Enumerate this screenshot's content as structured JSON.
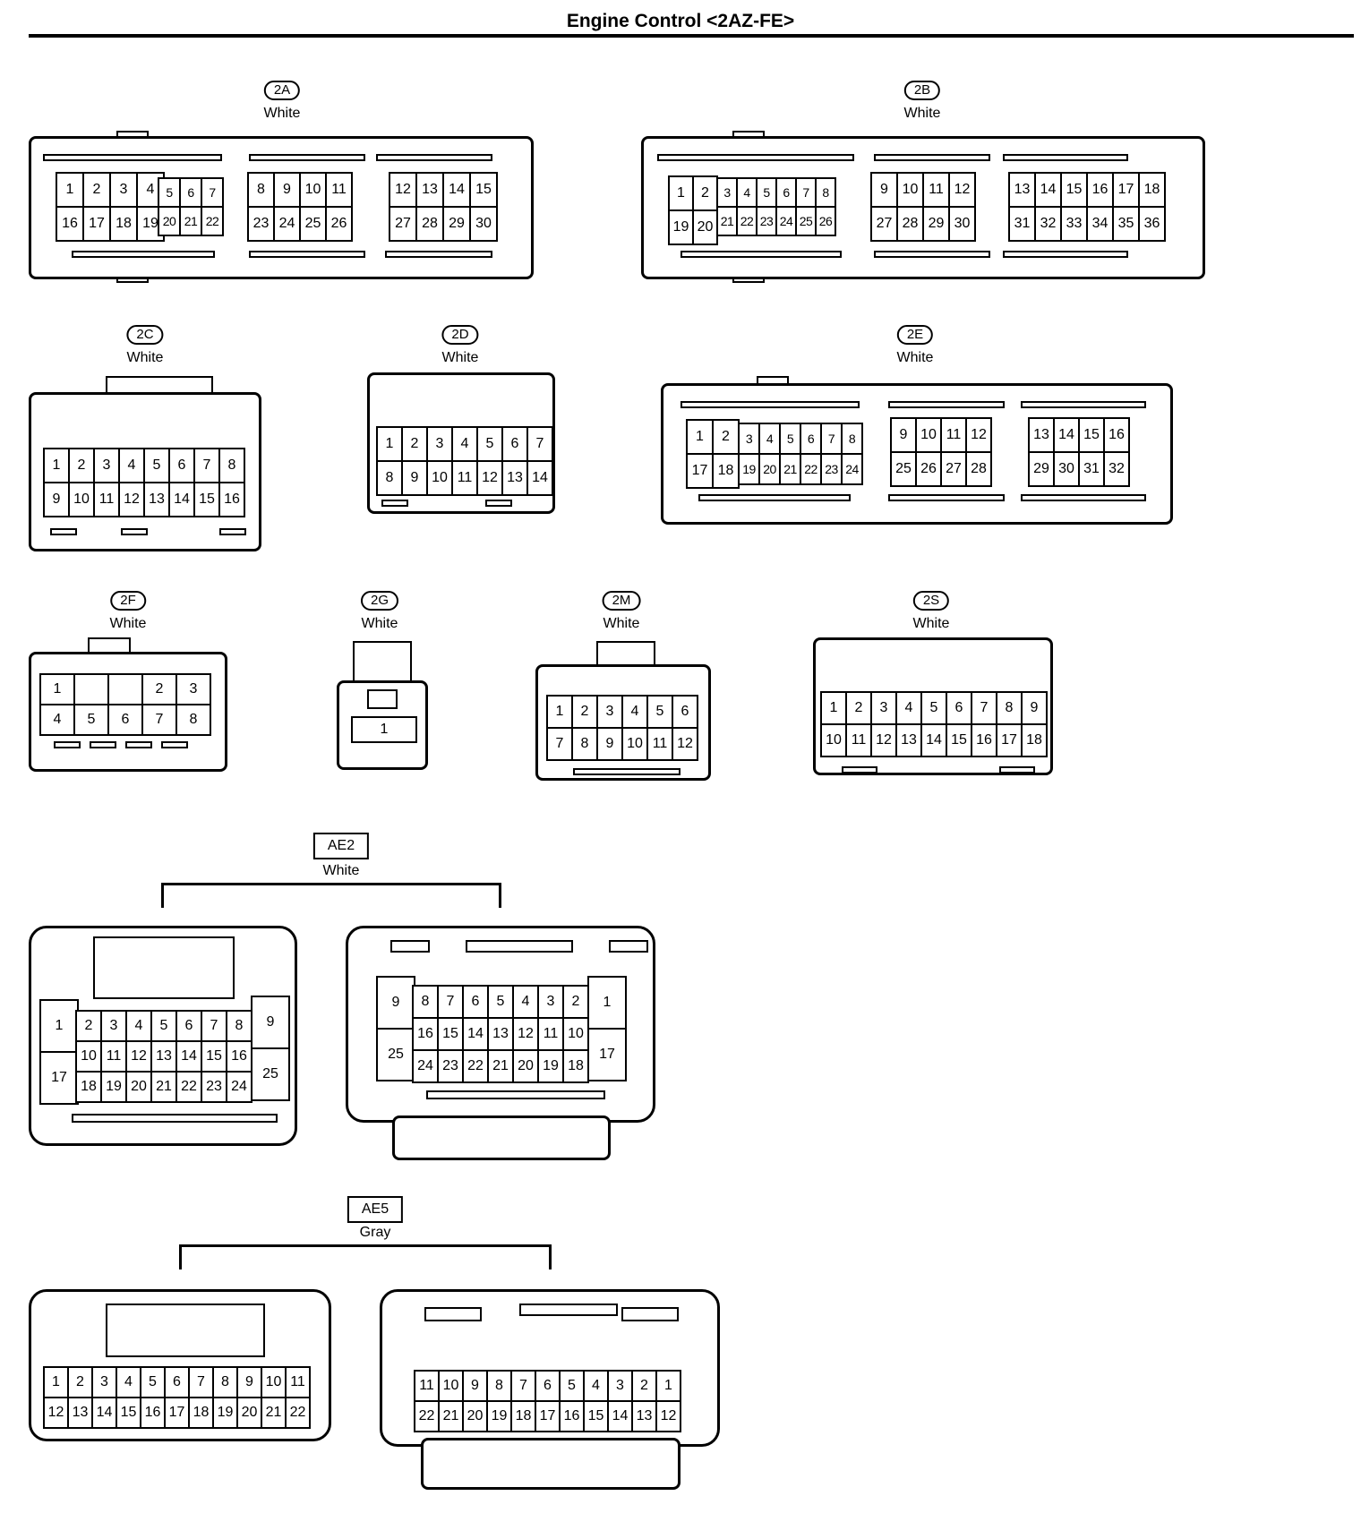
{
  "title": "Engine Control <2AZ-FE>",
  "connectors": {
    "2A": {
      "code": "2A",
      "color": "White",
      "cells": {
        "p1": "1",
        "p2": "2",
        "p3": "3",
        "p4": "4",
        "p5": "5",
        "p6": "6",
        "p7": "7",
        "p8": "8",
        "p9": "9",
        "p10": "10",
        "p11": "11",
        "p12": "12",
        "p13": "13",
        "p14": "14",
        "p15": "15",
        "p16": "16",
        "p17": "17",
        "p18": "18",
        "p19": "19",
        "p20": "20",
        "p21": "21",
        "p22": "22",
        "p23": "23",
        "p24": "24",
        "p25": "25",
        "p26": "26",
        "p27": "27",
        "p28": "28",
        "p29": "29",
        "p30": "30"
      }
    },
    "2B": {
      "code": "2B",
      "color": "White",
      "cells": {
        "p1": "1",
        "p2": "2",
        "p3": "3",
        "p4": "4",
        "p5": "5",
        "p6": "6",
        "p7": "7",
        "p8": "8",
        "p9": "9",
        "p10": "10",
        "p11": "11",
        "p12": "12",
        "p13": "13",
        "p14": "14",
        "p15": "15",
        "p16": "16",
        "p17": "17",
        "p18": "18",
        "p19": "19",
        "p20": "20",
        "p21": "21",
        "p22": "22",
        "p23": "23",
        "p24": "24",
        "p25": "25",
        "p26": "26",
        "p27": "27",
        "p28": "28",
        "p29": "29",
        "p30": "30",
        "p31": "31",
        "p32": "32",
        "p33": "33",
        "p34": "34",
        "p35": "35",
        "p36": "36"
      }
    },
    "2C": {
      "code": "2C",
      "color": "White",
      "cells": {
        "p1": "1",
        "p2": "2",
        "p3": "3",
        "p4": "4",
        "p5": "5",
        "p6": "6",
        "p7": "7",
        "p8": "8",
        "p9": "9",
        "p10": "10",
        "p11": "11",
        "p12": "12",
        "p13": "13",
        "p14": "14",
        "p15": "15",
        "p16": "16"
      }
    },
    "2D": {
      "code": "2D",
      "color": "White",
      "cells": {
        "p1": "1",
        "p2": "2",
        "p3": "3",
        "p4": "4",
        "p5": "5",
        "p6": "6",
        "p7": "7",
        "p8": "8",
        "p9": "9",
        "p10": "10",
        "p11": "11",
        "p12": "12",
        "p13": "13",
        "p14": "14"
      }
    },
    "2E": {
      "code": "2E",
      "color": "White",
      "cells": {
        "p1": "1",
        "p2": "2",
        "p3": "3",
        "p4": "4",
        "p5": "5",
        "p6": "6",
        "p7": "7",
        "p8": "8",
        "p9": "9",
        "p10": "10",
        "p11": "11",
        "p12": "12",
        "p13": "13",
        "p14": "14",
        "p15": "15",
        "p16": "16",
        "p17": "17",
        "p18": "18",
        "p19": "19",
        "p20": "20",
        "p21": "21",
        "p22": "22",
        "p23": "23",
        "p24": "24",
        "p25": "25",
        "p26": "26",
        "p27": "27",
        "p28": "28",
        "p29": "29",
        "p30": "30",
        "p31": "31",
        "p32": "32"
      }
    },
    "2F": {
      "code": "2F",
      "color": "White",
      "cells": {
        "p1": "1",
        "p2": "2",
        "p3": "3",
        "p4": "4",
        "p5": "5",
        "p6": "6",
        "p7": "7",
        "p8": "8"
      }
    },
    "2G": {
      "code": "2G",
      "color": "White",
      "cells": {
        "p1": "1"
      }
    },
    "2M": {
      "code": "2M",
      "color": "White",
      "cells": {
        "p1": "1",
        "p2": "2",
        "p3": "3",
        "p4": "4",
        "p5": "5",
        "p6": "6",
        "p7": "7",
        "p8": "8",
        "p9": "9",
        "p10": "10",
        "p11": "11",
        "p12": "12"
      }
    },
    "2S": {
      "code": "2S",
      "color": "White",
      "cells": {
        "p1": "1",
        "p2": "2",
        "p3": "3",
        "p4": "4",
        "p5": "5",
        "p6": "6",
        "p7": "7",
        "p8": "8",
        "p9": "9",
        "p10": "10",
        "p11": "11",
        "p12": "12",
        "p13": "13",
        "p14": "14",
        "p15": "15",
        "p16": "16",
        "p17": "17",
        "p18": "18"
      }
    },
    "AE2": {
      "code": "AE2",
      "color": "White",
      "cells": {
        "p1": "1",
        "p2": "2",
        "p3": "3",
        "p4": "4",
        "p5": "5",
        "p6": "6",
        "p7": "7",
        "p8": "8",
        "p9": "9",
        "p10": "10",
        "p11": "11",
        "p12": "12",
        "p13": "13",
        "p14": "14",
        "p15": "15",
        "p16": "16",
        "p17": "17",
        "p18": "18",
        "p19": "19",
        "p20": "20",
        "p21": "21",
        "p22": "22",
        "p23": "23",
        "p24": "24",
        "p25": "25"
      }
    },
    "AE5": {
      "code": "AE5",
      "color": "Gray",
      "cells": {
        "p1": "1",
        "p2": "2",
        "p3": "3",
        "p4": "4",
        "p5": "5",
        "p6": "6",
        "p7": "7",
        "p8": "8",
        "p9": "9",
        "p10": "10",
        "p11": "11",
        "p12": "12",
        "p13": "13",
        "p14": "14",
        "p15": "15",
        "p16": "16",
        "p17": "17",
        "p18": "18",
        "p19": "19",
        "p20": "20",
        "p21": "21",
        "p22": "22"
      }
    }
  }
}
